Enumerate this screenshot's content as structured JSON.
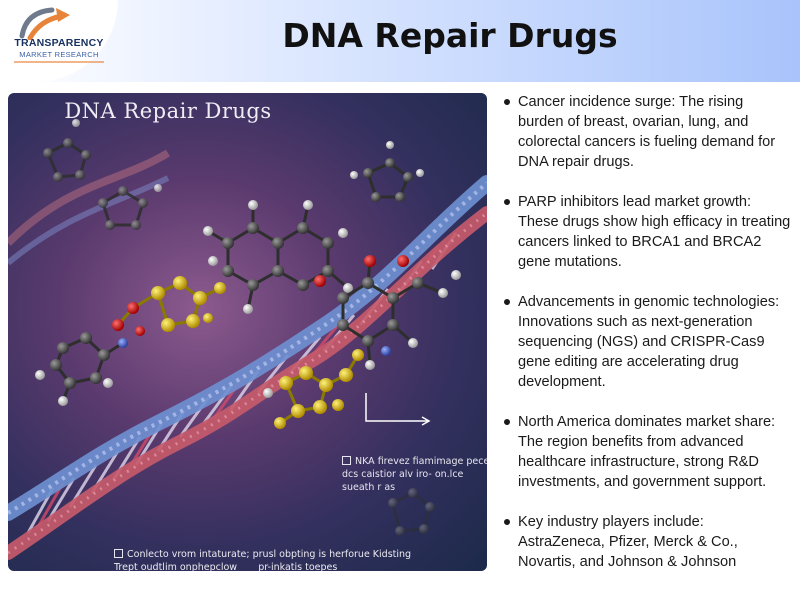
{
  "header": {
    "title": "DNA Repair Drugs",
    "logo": {
      "name": "TRANSPARENCY",
      "subname": "MARKET RESEARCH",
      "icon": "tmr-arrow-logo-icon"
    }
  },
  "hero": {
    "title": "DNA Repair Drugs",
    "caption_right": "NKA firevez fiamimage pece dcs caistior alv iro- on.lce sueath r as",
    "caption_bottom_line1": "Conlecto vrom intaturate; prusl obpting is herforue Kidsting",
    "caption_bottom_line2": "Trept oudtlim onphepclow       pr-inkatis toepes",
    "colors": {
      "background": "#33305e",
      "helix_blue": "#6e8fd0",
      "helix_red": "#c65a6a",
      "molecule_gray": "#5b5b5b",
      "molecule_yellow": "#e0c21a",
      "molecule_red": "#d82020"
    }
  },
  "bullets": [
    {
      "text": "Cancer incidence surge: The rising burden of breast, ovarian, lung, and colorectal cancers is fueling demand for DNA repair drugs."
    },
    {
      "text": "PARP inhibitors lead market growth: These drugs show high efficacy in treating cancers linked to BRCA1 and BRCA2 gene mutations."
    },
    {
      "text": "Advancements in genomic technologies: Innovations such as next-generation sequencing (NGS) and CRISPR-Cas9 gene editing are accelerating drug development."
    },
    {
      "text": "North America dominates market share: The region benefits from advanced healthcare infrastructure, strong R&D investments, and government support."
    },
    {
      "text": "Key industry players include: AstraZeneca, Pfizer, Merck & Co., Novartis, and Johnson & Johnson"
    }
  ]
}
